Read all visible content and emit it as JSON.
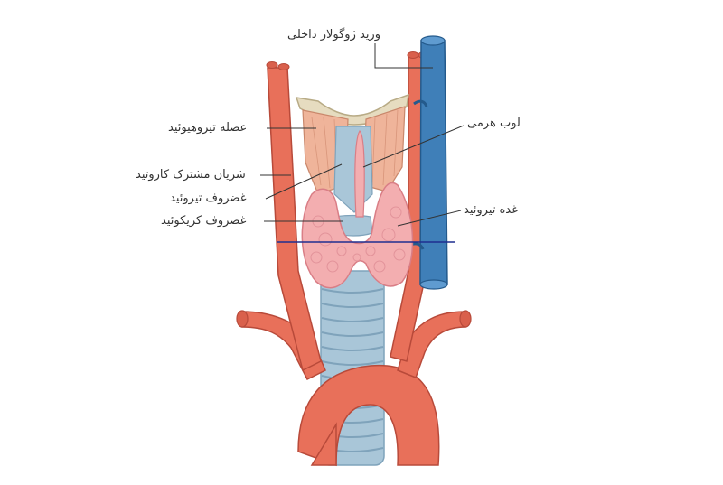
{
  "labels": {
    "internal_jugular_vein": "ورید ژوگولار داخلی",
    "pyramidal_lobe": "لوب هرمی",
    "thyrohyoid_muscle": "عضله تیروهیوئید",
    "common_carotid_artery": "شریان مشترک کاروتید",
    "thyroid_cartilage": "غضروف تیروئید",
    "cricoid_cartilage": "غضروف کریکوئید",
    "thyroid_gland": "غده تیروئید"
  },
  "colors": {
    "artery": "#e8705a",
    "artery_dark": "#b84a3a",
    "vein": "#3f7fb8",
    "vein_dark": "#245a8c",
    "gland": "#f3aeb0",
    "gland_dark": "#d97e86",
    "trachea": "#a9c6d8",
    "trachea_dark": "#7fa3bb",
    "muscle": "#efb49a",
    "hyoid": "#e6dcc0",
    "leader": "#333333",
    "marker_line": "#1f2f8f"
  }
}
